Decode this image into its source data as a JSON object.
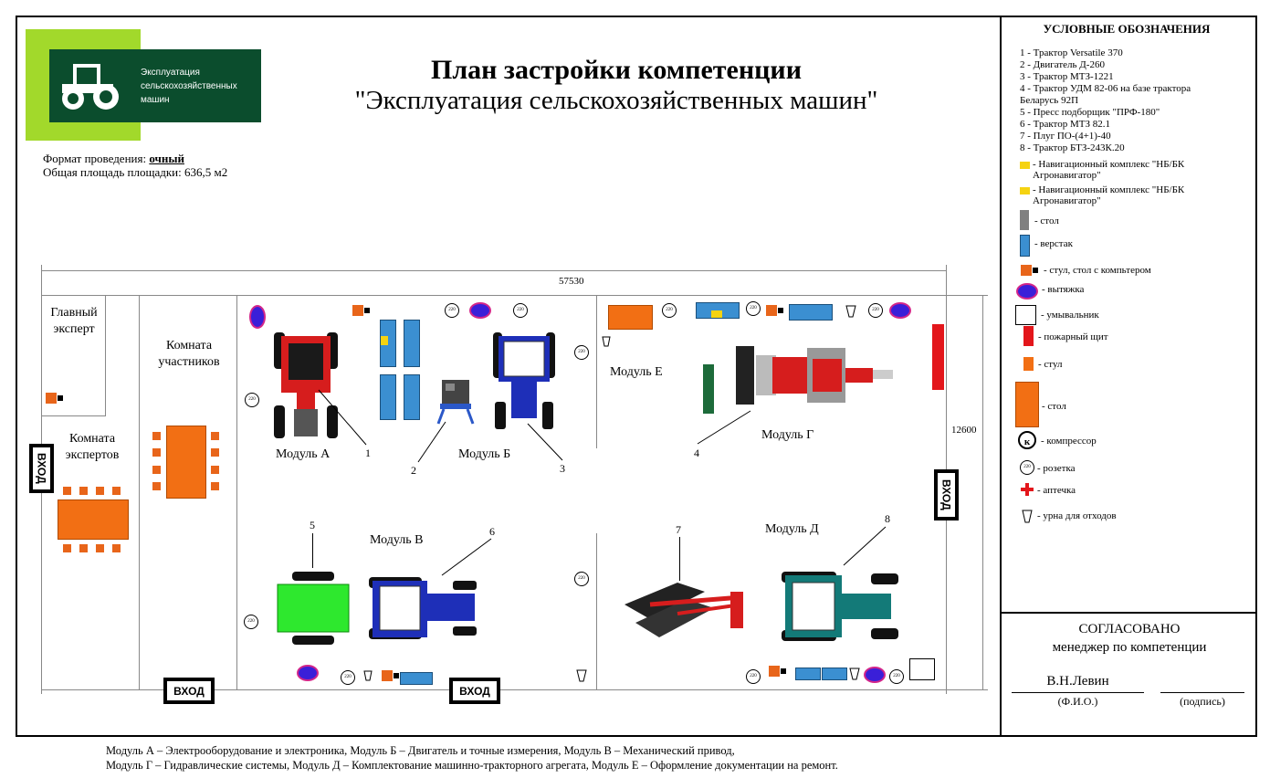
{
  "title": "План застройки компетенции",
  "subtitle": "\"Эксплуатация сельскохозяйственных машин\"",
  "logo_text": "Эксплуатация сельскохозяйственных машин",
  "format_label": "Формат проведения: ",
  "format_value": "очный",
  "area": "Общая площадь площадки: 636,5 м2",
  "dim_width": "57530",
  "dim_height": "12600",
  "rooms": {
    "chief_expert": "Главный эксперт",
    "participants": "Комната участников",
    "experts": "Комната экспертов"
  },
  "entry": "ВХОД",
  "modules": {
    "a": "Модуль А",
    "b": "Модуль Б",
    "v": "Модуль В",
    "g": "Модуль Г",
    "d": "Модуль Д",
    "e": "Модуль Е"
  },
  "numbers": [
    "1",
    "2",
    "3",
    "4",
    "5",
    "6",
    "7",
    "8"
  ],
  "legend": {
    "title": "УСЛОВНЫЕ ОБОЗНАЧЕНИЯ",
    "items": [
      "1 - Трактор Versatile 370",
      "2 - Двигатель Д-260",
      "3 - Трактор МТЗ-1221",
      "4 - Трактор УДМ 82-06 на базе трактора Беларусь 92П",
      "5 - Пресс подборщик \"ПРФ-180\"",
      "6 - Трактор МТЗ 82.1",
      "7 - Плуг ПО-(4+1)-40",
      "8 - Трактор БТЗ-243К.20"
    ],
    "symbols": [
      "- Навигационный комплекс \"НБ/БК Агронавигатор\"",
      "- Навигационный комплекс \"НБ/БК Агронавигатор\"",
      "- стол",
      "- верстак",
      "- стул, стол с компьтером",
      "- вытяжка",
      "- умывальник",
      "- пожарный щит",
      "- стул",
      "- стол",
      "- компрессор",
      "- розетка",
      "- аптечка",
      "- урна для отходов"
    ]
  },
  "approval": {
    "title": "СОГЛАСОВАНО",
    "role": "менеджер по компетенции",
    "name": "В.Н.Левин",
    "fio": "(Ф.И.О.)",
    "sign": "(подпись)"
  },
  "footer": {
    "line1": "Модуль А – Электрооборудование и электроника, Модуль Б – Двигатель и точные измерения, Модуль В – Механический привод,",
    "line2": "Модуль Г – Гидравлические системы, Модуль Д – Комплектование машинно-тракторного агрегата, Модуль Е – Оформление документации на ремонт."
  },
  "socket_text": "220",
  "compressor_letter": "к",
  "colors": {
    "orange": "#f26f14",
    "logo_green": "#0b4d2d",
    "logo_lime": "#a2d92b",
    "hood": "#3a1fd8",
    "bench": "#3b8fd1",
    "fire": "#e3161b"
  }
}
